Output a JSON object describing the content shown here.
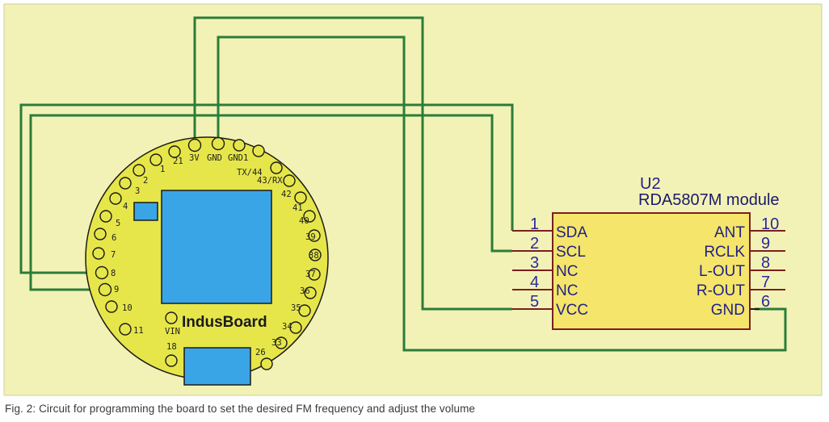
{
  "caption": "Fig. 2: Circuit for programming the board to set the desired FM frequency and adjust the volume",
  "board": {
    "name": "IndusBoard",
    "pins_top": [
      "3V",
      "GND",
      "GND1"
    ],
    "pin_labels_left": [
      "21",
      "1",
      "2",
      "3",
      "4",
      "5",
      "6",
      "7",
      "8",
      "9",
      "10",
      "11"
    ],
    "pin_labels_right": [
      "TX/44",
      "43/RX",
      "42",
      "41",
      "40",
      "39",
      "38",
      "37",
      "36",
      "35",
      "34",
      "33"
    ],
    "pin_labels_bottom": [
      "VIN",
      "18",
      "26"
    ]
  },
  "module": {
    "ref": "U2",
    "name": "RDA5807M module",
    "left_pins": [
      {
        "num": "1",
        "name": "SDA"
      },
      {
        "num": "2",
        "name": "SCL"
      },
      {
        "num": "3",
        "name": "NC"
      },
      {
        "num": "4",
        "name": "NC"
      },
      {
        "num": "5",
        "name": "VCC"
      }
    ],
    "right_pins": [
      {
        "num": "10",
        "name": "ANT"
      },
      {
        "num": "9",
        "name": "RCLK"
      },
      {
        "num": "8",
        "name": "L-OUT"
      },
      {
        "num": "7",
        "name": "R-OUT"
      },
      {
        "num": "6",
        "name": "GND"
      }
    ]
  },
  "colors": {
    "background": "#f3f2b6",
    "board_fill": "#e6e64a",
    "chip_fill": "#3aa5e6",
    "module_fill": "#f5e56a",
    "wire": "#2a7d3a",
    "pin_stub": "#7a1f1f"
  }
}
